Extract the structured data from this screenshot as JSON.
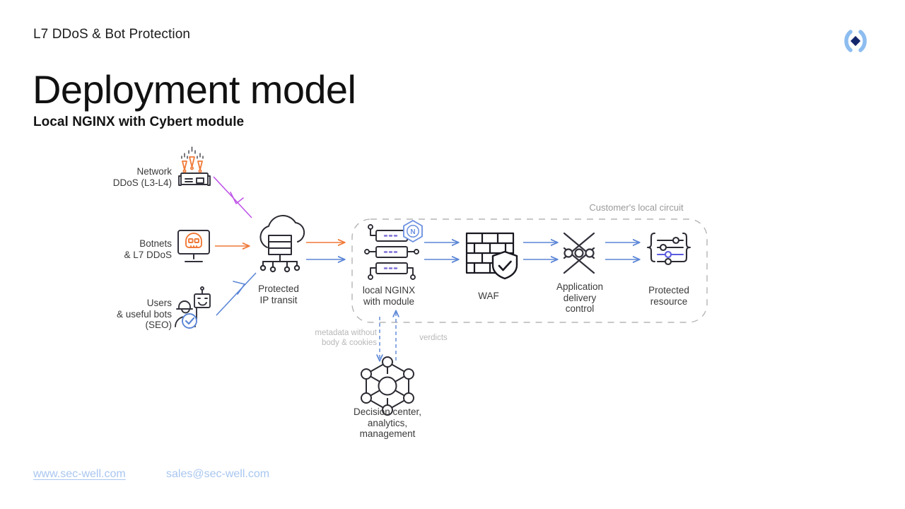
{
  "header": {
    "eyebrow": "L7 DDoS & Bot Protection",
    "logo_icon": "sec-well-logo-icon",
    "logo_arc_color": "#8dbdf0",
    "logo_diamond_color": "#13266b"
  },
  "title": {
    "main": "Deployment model",
    "sub": "Local NGINX with Cybert module"
  },
  "footer": {
    "site_label": "www.sec-well.com",
    "email_label": "sales@sec-well.com",
    "link_color": "#a8c6f0"
  },
  "diagram": {
    "boundary_label": "Customer's local circuit",
    "sources": [
      {
        "id": "network-ddos",
        "label": "Network\nDDoS (L3-L4)",
        "icon": "server-rack-attack-icon",
        "arrow_color": "#c057e8"
      },
      {
        "id": "botnets",
        "label": "Botnets\n& L7 DDoS",
        "icon": "monitor-skull-icon",
        "arrow_color": "#f07a39"
      },
      {
        "id": "users-bots",
        "label": "Users\n& useful bots\n(SEO)",
        "icon": "user-robot-verified-icon",
        "arrow_color": "#5b86d6"
      }
    ],
    "nodes": [
      {
        "id": "ip-transit",
        "label": "Protected\nIP transit",
        "icon": "cloud-network-icon"
      },
      {
        "id": "local-nginx",
        "label": "local NGINX\nwith module",
        "icon": "server-stack-icon",
        "badge_icon": "nginx-hexagon-icon"
      },
      {
        "id": "waf",
        "label": "WAF",
        "icon": "brick-wall-shield-icon"
      },
      {
        "id": "adc",
        "label": "Application\ndelivery\ncontrol",
        "icon": "load-balancer-icon"
      },
      {
        "id": "protected-resource",
        "label": "Protected\nresource",
        "icon": "sliders-braces-icon"
      }
    ],
    "decision_center": {
      "label": "Decision center,\nanalytics,\nmanagement",
      "icon": "hexagon-node-graph-icon"
    },
    "channel_labels": [
      {
        "id": "metadata",
        "text": "metadata without\nbody & cookies"
      },
      {
        "id": "verdicts",
        "text": "verdicts"
      }
    ],
    "colors": {
      "flow_blue": "#5b86d6",
      "flow_orange": "#f07a39",
      "flow_purple": "#c057e8",
      "boundary_dash": "#b5b5b5",
      "icon_dark": "#2b2b33",
      "accent_violet": "#7b6ed6"
    }
  }
}
